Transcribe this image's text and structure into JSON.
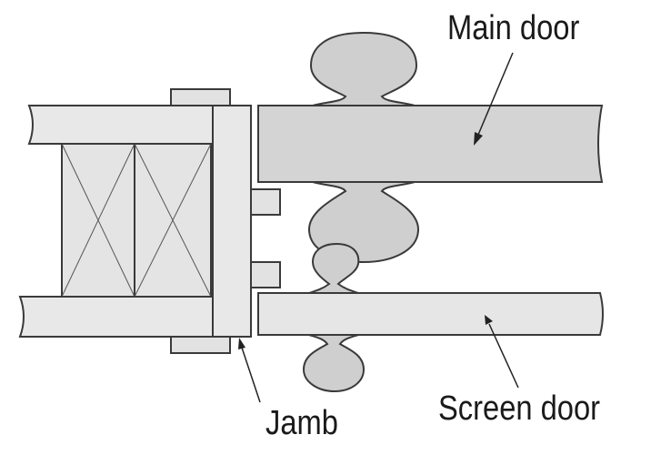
{
  "labels": {
    "main_door": "Main door",
    "screen_door": "Screen door",
    "jamb": "Jamb"
  },
  "colors": {
    "stroke": "#3a3a3a",
    "wall_fill": "#e8e8e8",
    "main_door_fill": "#d4d4d4",
    "screen_door_fill": "#e6e6e6",
    "hinge_fill": "#cfcfcf",
    "stud_fill": "#e4e4e4",
    "stop_fill": "#e2e2e2"
  }
}
